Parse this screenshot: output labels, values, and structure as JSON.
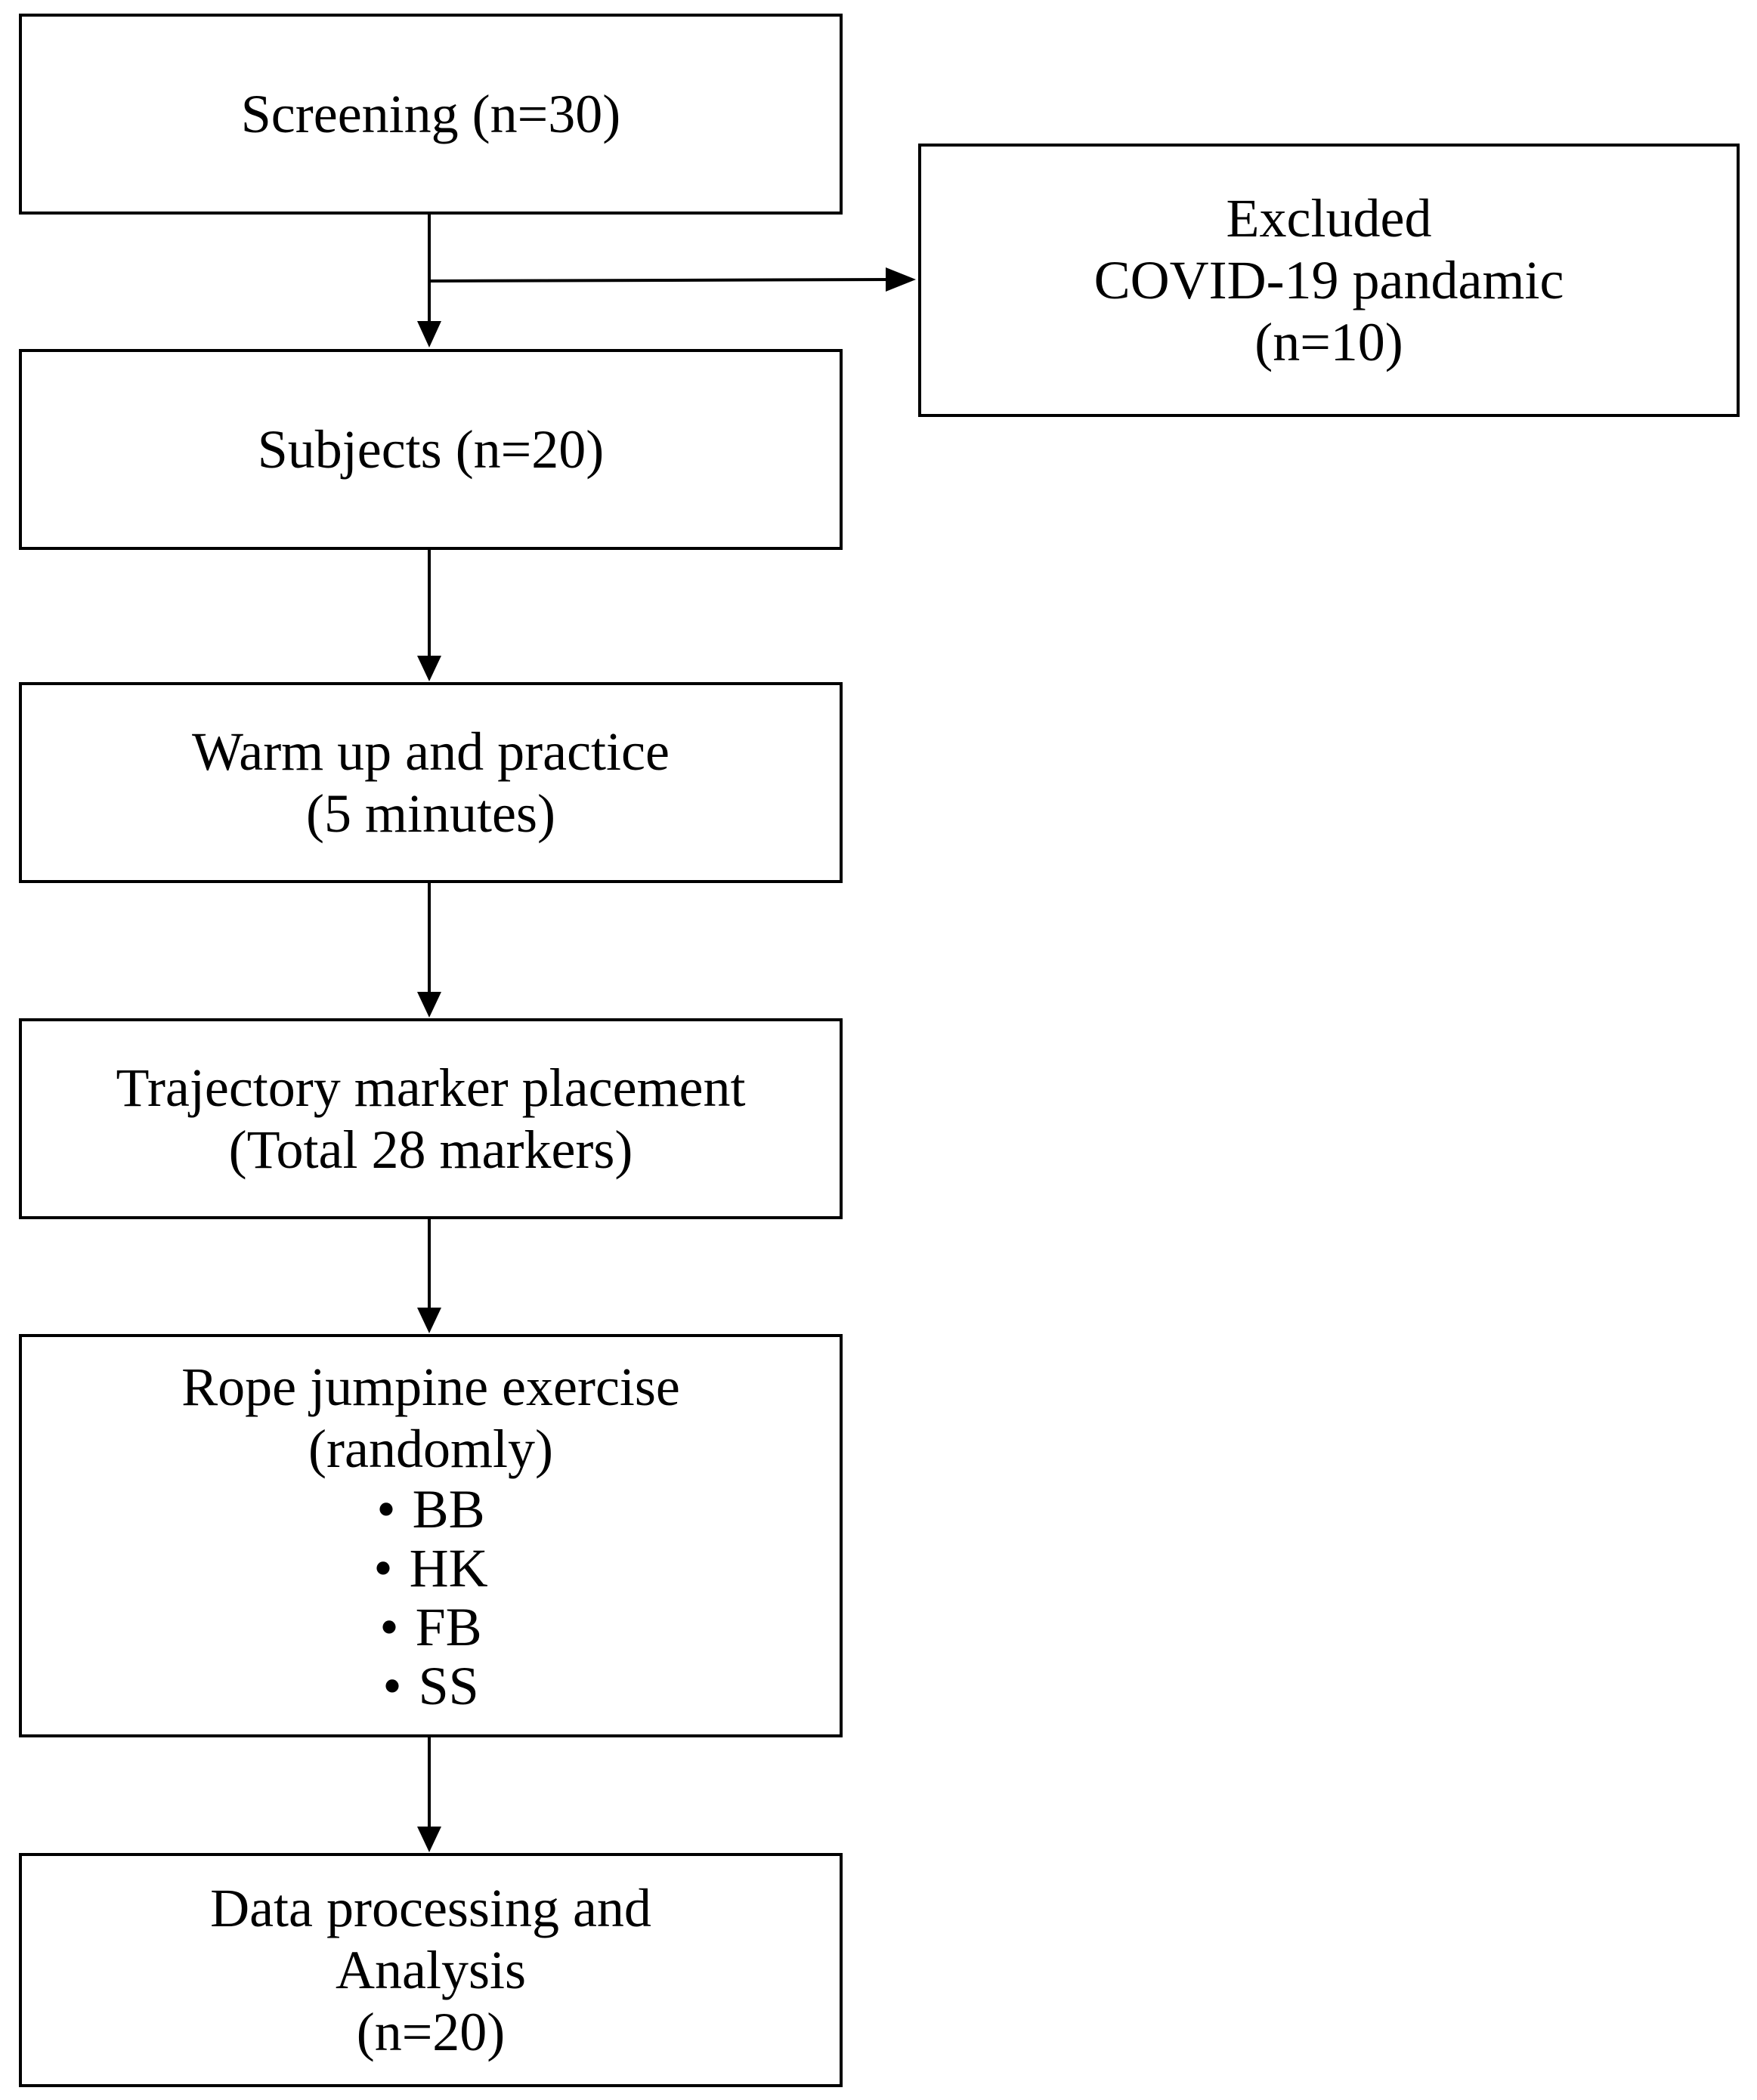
{
  "flowchart": {
    "screening": {
      "label": "Screening (n=30)"
    },
    "excluded": {
      "line1": "Excluded",
      "line2": "COVID-19 pandamic",
      "line3": "(n=10)"
    },
    "subjects": {
      "label": "Subjects (n=20)"
    },
    "warmup": {
      "line1": "Warm up and practice",
      "line2": "(5 minutes)"
    },
    "markers": {
      "line1": "Trajectory marker placement",
      "line2": "(Total 28 markers)"
    },
    "exercise": {
      "line1": "Rope jumpine exercise",
      "line2": "(randomly)",
      "bullet_symbol": "•",
      "items": [
        "BB",
        "HK",
        "FB",
        "SS"
      ]
    },
    "analysis": {
      "line1": "Data processing and",
      "line2": "Analysis",
      "line3": "(n=20)"
    }
  }
}
